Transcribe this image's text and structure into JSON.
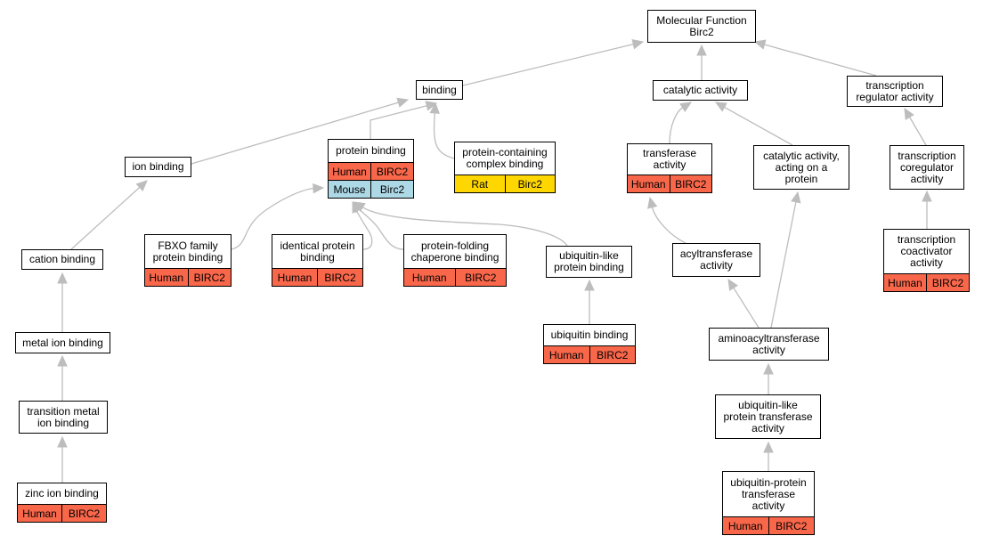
{
  "colors": {
    "human": "#f9674b",
    "mouse": "#add8e6",
    "rat": "#ffd700",
    "edge": "#bdbdbd",
    "border": "#000000"
  },
  "nodes": {
    "mf": {
      "title": "Molecular Function\nBirc2",
      "rows": []
    },
    "binding": {
      "title": "binding",
      "rows": []
    },
    "catalytic": {
      "title": "catalytic activity",
      "rows": []
    },
    "transreg": {
      "title": "transcription\nregulator activity",
      "rows": []
    },
    "ion": {
      "title": "ion binding",
      "rows": []
    },
    "protein": {
      "title": "protein binding",
      "rows": [
        {
          "species": "Human",
          "gene": "BIRC2",
          "color": "human"
        },
        {
          "species": "Mouse",
          "gene": "Birc2",
          "color": "mouse"
        }
      ]
    },
    "complex": {
      "title": "protein-containing\ncomplex binding",
      "rows": [
        {
          "species": "Rat",
          "gene": "Birc2",
          "color": "rat"
        }
      ]
    },
    "transferase": {
      "title": "transferase\nactivity",
      "rows": [
        {
          "species": "Human",
          "gene": "BIRC2",
          "color": "human"
        }
      ]
    },
    "catprot": {
      "title": "catalytic activity,\nacting on a\nprotein",
      "rows": []
    },
    "coreg": {
      "title": "transcription\ncoregulator\nactivity",
      "rows": []
    },
    "cation": {
      "title": "cation binding",
      "rows": []
    },
    "fbxo": {
      "title": "FBXO family\nprotein binding",
      "rows": [
        {
          "species": "Human",
          "gene": "BIRC2",
          "color": "human"
        }
      ]
    },
    "identical": {
      "title": "identical protein\nbinding",
      "rows": [
        {
          "species": "Human",
          "gene": "BIRC2",
          "color": "human"
        }
      ]
    },
    "chaperone": {
      "title": "protein-folding\nchaperone binding",
      "rows": [
        {
          "species": "Human",
          "gene": "BIRC2",
          "color": "human"
        }
      ]
    },
    "ublbind": {
      "title": "ubiquitin-like\nprotein binding",
      "rows": []
    },
    "acyl": {
      "title": "acyltransferase\nactivity",
      "rows": []
    },
    "coact": {
      "title": "transcription\ncoactivator\nactivity",
      "rows": [
        {
          "species": "Human",
          "gene": "BIRC2",
          "color": "human"
        }
      ]
    },
    "metal": {
      "title": "metal ion binding",
      "rows": []
    },
    "ubbind": {
      "title": "ubiquitin binding",
      "rows": [
        {
          "species": "Human",
          "gene": "BIRC2",
          "color": "human"
        }
      ]
    },
    "aminoacyl": {
      "title": "aminoacyltransferase\nactivity",
      "rows": []
    },
    "transmetal": {
      "title": "transition metal\nion binding",
      "rows": []
    },
    "ublt": {
      "title": "ubiquitin-like\nprotein transferase\nactivity",
      "rows": []
    },
    "zinc": {
      "title": "zinc ion binding",
      "rows": [
        {
          "species": "Human",
          "gene": "BIRC2",
          "color": "human"
        }
      ]
    },
    "ubpt": {
      "title": "ubiquitin-protein\ntransferase\nactivity",
      "rows": [
        {
          "species": "Human",
          "gene": "BIRC2",
          "color": "human"
        }
      ]
    }
  }
}
